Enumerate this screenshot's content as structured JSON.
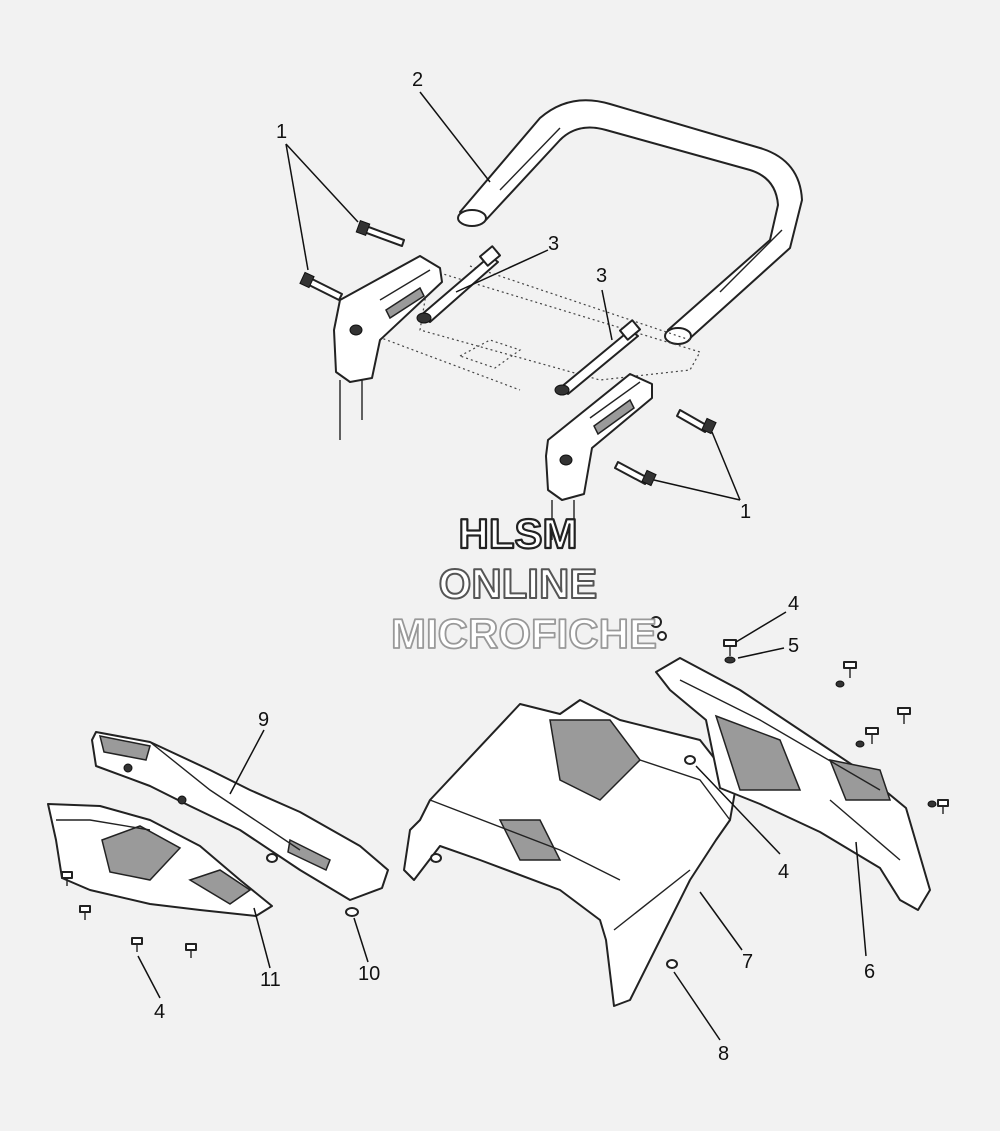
{
  "watermark": {
    "line1": "HLSM",
    "line2": "ONLINE",
    "line3": "MICROFICHE"
  },
  "callouts": {
    "c1a": "1",
    "c1b": "1",
    "c2": "2",
    "c3a": "3",
    "c3b": "3",
    "c4a": "4",
    "c4b": "4",
    "c4c": "4",
    "c5": "5",
    "c6": "6",
    "c7": "7",
    "c8": "8",
    "c9": "9",
    "c10": "10",
    "c11": "11"
  }
}
